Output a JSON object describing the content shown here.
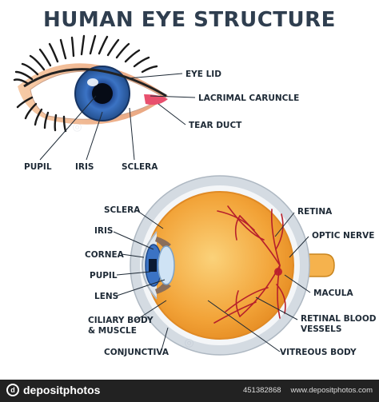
{
  "title": "HUMAN EYE STRUCTURE",
  "external_labels": {
    "eye_lid": "EYE LID",
    "lacrimal_caruncle": "LACRIMAL CARUNCLE",
    "tear_duct": "TEAR DUCT",
    "pupil": "PUPIL",
    "iris": "IRIS",
    "sclera": "SCLERA"
  },
  "section_labels": {
    "sclera": "SCLERA",
    "iris": "IRIS",
    "cornea": "CORNEA",
    "pupil": "PUPIL",
    "lens": "LENS",
    "ciliary_line1": "CILIARY BODY",
    "ciliary_line2": "& MUSCLE",
    "conjunctiva": "CONJUNCTIVA",
    "retina": "RETINA",
    "optic_nerve": "OPTIC NERVE",
    "macula": "MACULA",
    "retinal_line1": "RETINAL BLOOD",
    "retinal_line2": "VESSELS",
    "vitreous_body": "VITREOUS BODY"
  },
  "footer": {
    "logo_text": "depositphotos",
    "image_id": "451382868",
    "site": "www.depositphotos.com"
  },
  "colors": {
    "iris": "#3b73c4",
    "sclera_shell": "#d4dbe2",
    "eyeball_fill": "#f2a338",
    "vessel": "#b7202b",
    "optic_nerve": "#f5b24d",
    "lash": "#1a1a1a",
    "skin": "#f0b08c",
    "footer_bg": "#222222"
  }
}
